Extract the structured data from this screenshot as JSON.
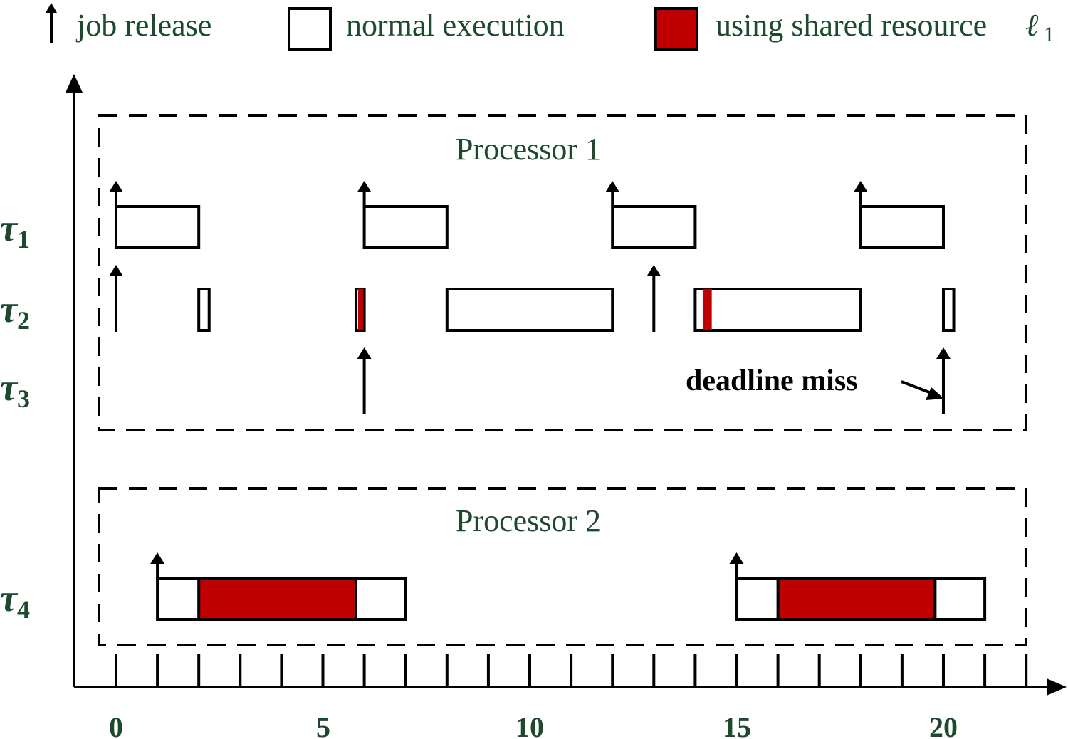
{
  "legend": {
    "release_label": "job release",
    "normal_label": "normal execution",
    "shared_label": "using shared resource",
    "shared_symbol": "ℓ",
    "shared_subscript": "1"
  },
  "processors": [
    {
      "label": "Processor 1"
    },
    {
      "label": "Processor 2"
    }
  ],
  "tasks": [
    {
      "symbol": "τ",
      "sub": "1"
    },
    {
      "symbol": "τ",
      "sub": "2"
    },
    {
      "symbol": "τ",
      "sub": "3"
    },
    {
      "symbol": "τ",
      "sub": "4"
    }
  ],
  "annotation": {
    "text": "deadline miss",
    "time": 20
  },
  "x_axis": {
    "min": 0,
    "max": 22,
    "ticks": [
      0,
      1,
      2,
      3,
      4,
      5,
      6,
      7,
      8,
      9,
      10,
      11,
      12,
      13,
      14,
      15,
      16,
      17,
      18,
      19,
      20,
      21,
      22
    ],
    "labels": [
      "0",
      "5",
      "10",
      "15",
      "20"
    ]
  },
  "colors": {
    "shared": "#c00000",
    "normal": "#ffffff",
    "stroke": "#000000",
    "text": "#1d4a2c"
  },
  "schedule": {
    "releases": [
      {
        "task": 1,
        "time": 0
      },
      {
        "task": 1,
        "time": 6
      },
      {
        "task": 1,
        "time": 12
      },
      {
        "task": 1,
        "time": 18
      },
      {
        "task": 2,
        "time": 0
      },
      {
        "task": 2,
        "time": 13
      },
      {
        "task": 3,
        "time": 6
      },
      {
        "task": 3,
        "time": 20
      },
      {
        "task": 4,
        "time": 1
      },
      {
        "task": 4,
        "time": 15
      }
    ],
    "blocks": [
      {
        "task": 1,
        "start": 0,
        "end": 2,
        "kind": "normal"
      },
      {
        "task": 1,
        "start": 6,
        "end": 8,
        "kind": "normal"
      },
      {
        "task": 1,
        "start": 12,
        "end": 14,
        "kind": "normal"
      },
      {
        "task": 1,
        "start": 18,
        "end": 20,
        "kind": "normal"
      },
      {
        "task": 2,
        "start": 2,
        "end": 2.25,
        "kind": "normal"
      },
      {
        "task": 2,
        "start": 5.8,
        "end": 6,
        "kind": "normal"
      },
      {
        "task": 2,
        "start": 5.85,
        "end": 5.98,
        "kind": "shared"
      },
      {
        "task": 2,
        "start": 8,
        "end": 12,
        "kind": "normal"
      },
      {
        "task": 2,
        "start": 14,
        "end": 18,
        "kind": "normal"
      },
      {
        "task": 2,
        "start": 14.2,
        "end": 14.4,
        "kind": "shared"
      },
      {
        "task": 2,
        "start": 20,
        "end": 20.25,
        "kind": "normal"
      },
      {
        "task": 4,
        "start": 1,
        "end": 7,
        "kind": "normal"
      },
      {
        "task": 4,
        "start": 2,
        "end": 5.8,
        "kind": "shared"
      },
      {
        "task": 4,
        "start": 15,
        "end": 21,
        "kind": "normal"
      },
      {
        "task": 4,
        "start": 16,
        "end": 19.8,
        "kind": "shared"
      }
    ]
  }
}
